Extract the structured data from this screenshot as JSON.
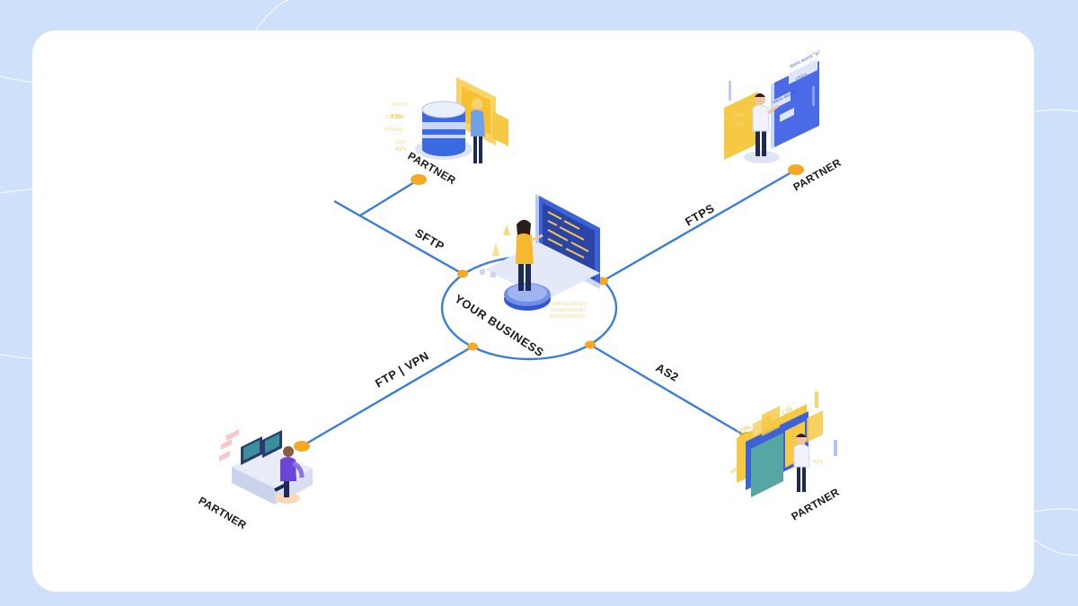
{
  "center": {
    "label": "YOUR BUSINESS"
  },
  "connections": [
    {
      "id": "top-left",
      "protocol": "SFTP",
      "partner_label": "PARTNER"
    },
    {
      "id": "top-right",
      "protocol": "FTPS",
      "partner_label": "PARTNER"
    },
    {
      "id": "bottom-left",
      "protocol": "FTP | VPN",
      "partner_label": "PARTNER"
    },
    {
      "id": "bottom-right",
      "protocol": "AS2",
      "partner_label": "PARTNER"
    }
  ],
  "illustration_text": {
    "db_panel": "FIU",
    "chat_bubble_1": "Hello world \"js\"",
    "chat_bubble_2": "Hello world",
    "chat_bubble_3": "<h1>",
    "code_tag": "</>",
    "html_tag": "HTML",
    "css_tag": "CSS",
    "xml_tag": "XML"
  },
  "colors": {
    "background": "#cfe0fb",
    "card": "#ffffff",
    "line": "#3b7ddd",
    "node": "#f7a823",
    "accent_yellow": "#f6c945",
    "accent_blue": "#3a5bd9"
  }
}
